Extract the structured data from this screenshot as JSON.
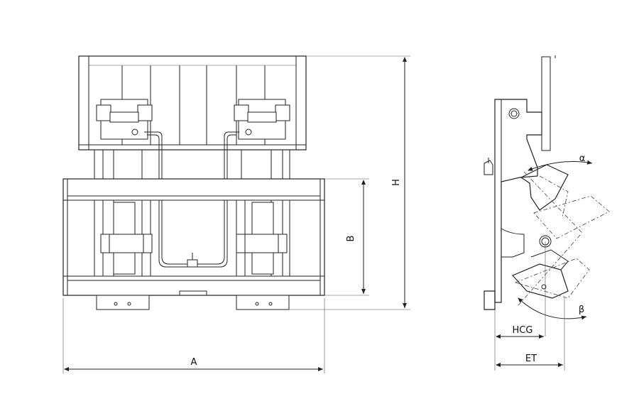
{
  "labels": {
    "A": "A",
    "B": "B",
    "H": "H",
    "HCG": "HCG",
    "ET": "ET",
    "alpha": "α",
    "beta": "β"
  }
}
